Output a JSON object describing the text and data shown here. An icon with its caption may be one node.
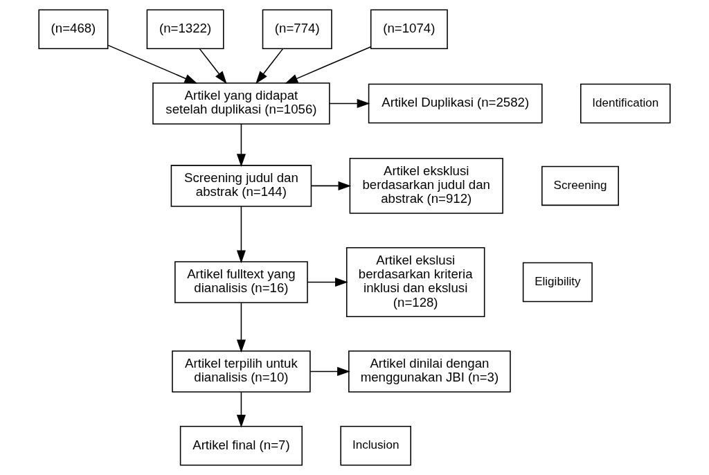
{
  "diagram": {
    "nodes": [
      {
        "text": [
          "(n=468)"
        ]
      },
      {
        "text": [
          "(n=1322)"
        ]
      },
      {
        "text": [
          "(n=774)"
        ]
      },
      {
        "text": [
          "(n=1074)"
        ]
      },
      {
        "text": [
          "Identification"
        ]
      },
      {
        "text": [
          "Artikel yang didapat setelah duplikasi (n=1056)"
        ]
      },
      {
        "text": [
          "Artikel Duplikasi (n=2582)"
        ]
      },
      {
        "text": [
          "Screening"
        ]
      },
      {
        "text": [
          "Screening judul dan abstrak (n=144)"
        ]
      },
      {
        "text": [
          "Artikel eksklusi berdasarkan judul dan abstrak (n=912)"
        ]
      },
      {
        "text": [
          "Eligibility"
        ]
      },
      {
        "text": [
          "Artikel fulltext yang dianalisis (n=16)"
        ]
      },
      {
        "text": [
          "Artikel ekslusi berdasarkan kriteria inklusi dan ekslusi (n=128)"
        ]
      },
      {
        "text": [
          "Inclusion"
        ]
      },
      {
        "text": [
          "Artikel terpilih untuk dianalisis (n=10)"
        ]
      },
      {
        "text": [
          "Artikel dinilai dengan menggunakan JBI (n=3)"
        ]
      },
      {
        "text": [
          "Artikel final (n=7)"
        ]
      }
    ],
    "edges": [
      {
        "from": 0,
        "to": 5,
        "arrow": "to"
      },
      {
        "from": 1,
        "to": 5,
        "arrow": "to"
      },
      {
        "from": 2,
        "to": 5,
        "arrow": "to"
      },
      {
        "from": 3,
        "to": 5,
        "arrow": "to"
      },
      {
        "from": 5,
        "to": 6,
        "arrow": "to"
      },
      {
        "from": 5,
        "to": 8,
        "arrow": "to"
      },
      {
        "from": 8,
        "to": 9,
        "arrow": "to"
      },
      {
        "from": 8,
        "to": 11,
        "arrow": "to"
      },
      {
        "from": 11,
        "to": 12,
        "arrow": "to"
      },
      {
        "from": 11,
        "to": 14,
        "arrow": "to"
      },
      {
        "from": 14,
        "to": 15,
        "arrow": "to"
      },
      {
        "from": 14,
        "to": 16,
        "arrow": "to"
      }
    ]
  }
}
